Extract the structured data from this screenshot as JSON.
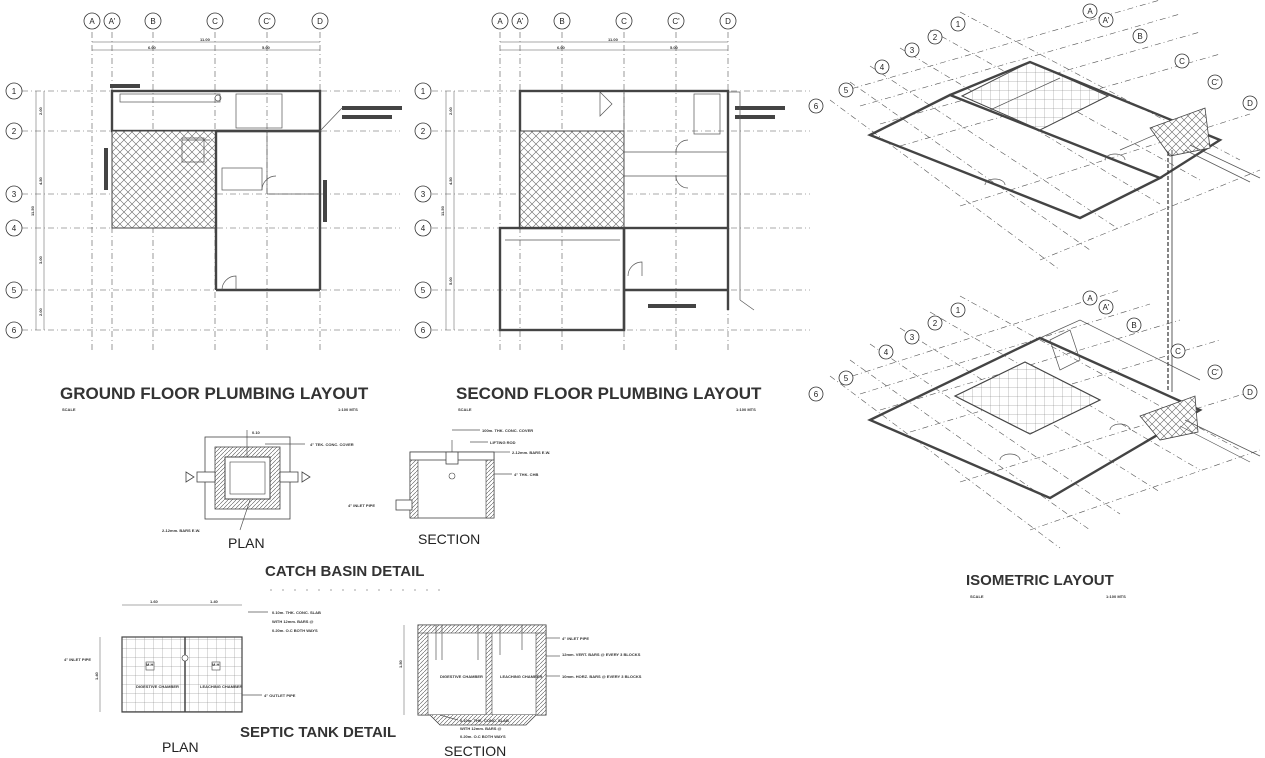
{
  "ground_plan": {
    "title": "GROUND FLOOR PLUMBING LAYOUT",
    "scale_label": "SCALE",
    "scale_value": "1:100 MTS",
    "col_labels": [
      "A",
      "A'",
      "B",
      "C",
      "C'",
      "D"
    ],
    "row_labels": [
      "1",
      "2",
      "3",
      "4",
      "5",
      "6"
    ],
    "overall_dim": "11.00",
    "sub_dims": [
      "6.00",
      "5.00"
    ],
    "row_dims": [
      "2.00",
      "4.50",
      "3.00",
      "2.00"
    ],
    "side_dim": "11.50"
  },
  "second_plan": {
    "title": "SECOND FLOOR PLUMBING LAYOUT",
    "scale_label": "SCALE",
    "scale_value": "1:100 MTS",
    "col_labels": [
      "A",
      "A'",
      "B",
      "C",
      "C'",
      "D"
    ],
    "row_labels": [
      "1",
      "2",
      "3",
      "4",
      "5",
      "6"
    ],
    "overall_dim": "11.00",
    "sub_dims": [
      "6.00",
      "5.00"
    ],
    "row_dims": [
      "2.00",
      "4.50",
      "5.00"
    ],
    "side_dim": "11.50"
  },
  "isometric": {
    "title": "ISOMETRIC LAYOUT",
    "scale_label": "SCALE",
    "scale_value": "1:100 MTS",
    "bubbles": [
      "A",
      "A'",
      "B",
      "C",
      "C'",
      "D",
      "1",
      "2",
      "3",
      "4",
      "5",
      "6"
    ]
  },
  "catch_basin": {
    "title": "CATCH BASIN DETAIL",
    "plan_label": "PLAN",
    "section_label": "SECTION",
    "plan_notes": [
      "0.10",
      "4\" TEK. CONC. COVER",
      "2-12mm. BARS E.W."
    ],
    "section_notes": [
      "100m. THK. CONC. COVER",
      "LIFTING ROD",
      "2-12mm. BARS E.W.",
      "4\" THK. CHB",
      "4\" INLET PIPE"
    ]
  },
  "septic_tank": {
    "title": "SEPTIC TANK DETAIL",
    "plan_label": "PLAN",
    "section_label": "SECTION",
    "plan_dims": [
      "1.60",
      "1.40",
      "1.40"
    ],
    "plan_notes": [
      "0.10m. THK. CONC. SLAB",
      "WITH 12mm. BARS @",
      "0.20m. O.C BOTH WAYS",
      "4\" INLET PIPE",
      "4\" OUTLET PIPE"
    ],
    "plan_room_labels": [
      "M.H",
      "M.H",
      "DIGESTIVE CHAMBER",
      "LEACHING CHAMBER"
    ],
    "section_notes": [
      "4\" INLET PIPE",
      "12mm. VERT. BARS @ EVERY 3 BLOCKS",
      "10mm. HORZ. BARS @ EVERY 3 BLOCKS",
      "0.10m. THK. CONC. SLAB",
      "WITH 12mm. BARS @",
      "0.20m. O.C BOTH WAYS"
    ],
    "section_room_labels": [
      "DIGESTIVE CHAMBER",
      "LEACHING CHAMBER"
    ],
    "section_dim": "1.50"
  }
}
